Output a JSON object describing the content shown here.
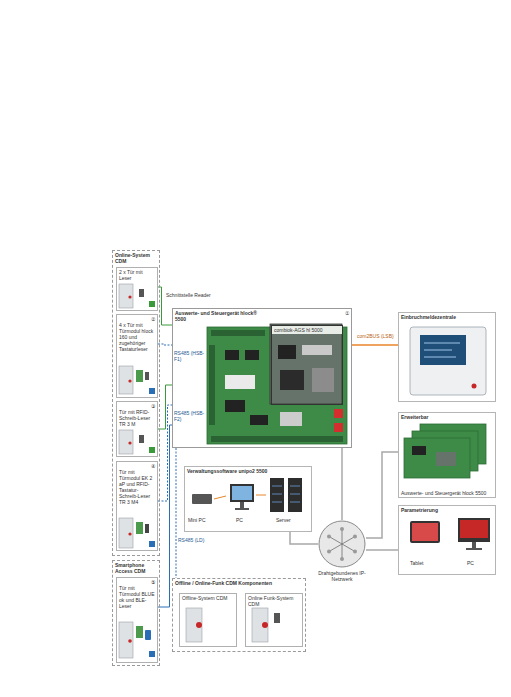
{
  "diagram": {
    "nodes": [
      {
        "text": [
          "Online-System CDM"
        ]
      },
      {
        "text": [
          "2 x Tür mit Leser"
        ],
        "in": 0
      },
      {
        "text": [
          "4 x Tür mit Türmodul hlock 160 und zugehöriger Tastaturleser",
          "②"
        ],
        "in": 0
      },
      {
        "text": [
          "Tür mit RFID-Schreib-Leser TR 3 M",
          "③"
        ],
        "in": 0
      },
      {
        "text": [
          "Tür mit Türmodul EK 2 aP und RFID-Tastatur-Schreib-Leser TR 3 M4",
          "④"
        ],
        "in": 0
      },
      {
        "text": [
          "Smartphone Access CDM"
        ]
      },
      {
        "text": [
          "Tür mit Türmodul BLUE ok und BLE-Leser",
          "⑤"
        ],
        "in": 5
      },
      {
        "text": [
          "Auswerte- und Steuergerät hlock® 5500",
          "①"
        ]
      },
      {
        "text": [
          "combiok-AGS hl 5000"
        ],
        "in": 7
      },
      {
        "text": [
          "Einbruchmeldezentrale"
        ]
      },
      {
        "text": [
          "Erweiterbar",
          "Auswerte- und Steuergerät hlock 5500"
        ]
      },
      {
        "text": [
          "Verwaltungssoftware unipo2 5500"
        ]
      },
      {
        "text": [
          "Parametrierung"
        ]
      },
      {
        "text": [
          "Drahtgebundenes IP-Netzwerk"
        ]
      },
      {
        "text": [
          "Offline / Online-Funk CDM Komponenten"
        ]
      },
      {
        "text": [
          "Offline-System CDM"
        ],
        "in": 14
      },
      {
        "text": [
          "Online Funk-System CDM"
        ],
        "in": 14
      }
    ],
    "edges": [
      {
        "from": 1,
        "to": 7,
        "arrow": "none"
      },
      {
        "from": 2,
        "to": 7,
        "arrow": "none",
        "label": "RS485 (HSB-F1)"
      },
      {
        "from": 3,
        "to": 7,
        "arrow": "none"
      },
      {
        "from": 4,
        "to": 7,
        "arrow": "none",
        "label": "RS485 (HSB-F2)"
      },
      {
        "from": 6,
        "to": 7,
        "arrow": "none"
      },
      {
        "from": 7,
        "to": 9,
        "arrow": "none",
        "label": "com2BUS (LSB)"
      },
      {
        "from": 7,
        "to": 13,
        "arrow": "none"
      },
      {
        "from": 13,
        "to": 11,
        "arrow": "none"
      },
      {
        "from": 13,
        "to": 10,
        "arrow": "none"
      },
      {
        "from": 13,
        "to": 12,
        "arrow": "none"
      },
      {
        "from": 7,
        "to": 14,
        "arrow": "none",
        "label": "RS485 (LD)"
      }
    ],
    "labels": [
      "Schnittstelle Reader",
      "Mini PC",
      "PC",
      "Server",
      "Tablet",
      "PC"
    ]
  }
}
